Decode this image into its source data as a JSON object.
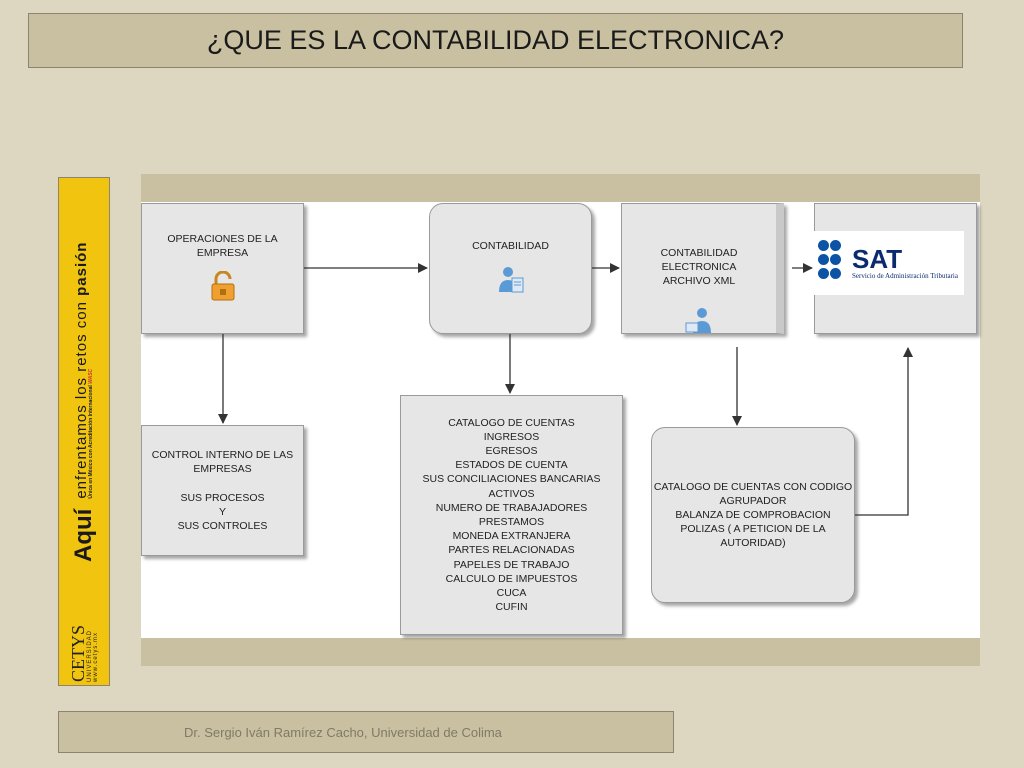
{
  "slide": {
    "title": "¿QUE ES LA CONTABILIDAD ELECTRONICA?",
    "footer": "Dr. Sergio Iván Ramírez Cacho, Universidad de Colima"
  },
  "banner": {
    "logo_main": "CETYS",
    "logo_sub": "UNIVERSIDAD",
    "logo_url": "www.cetys.mx",
    "aqui": "Aquí",
    "slogan_plain": "enfrentamos los retos con ",
    "slogan_bold": "pasión",
    "accreditation": "Única en México con Acreditación Internacional ",
    "accreditation_badge": "WASC"
  },
  "diagram": {
    "operaciones": "OPERACIONES DE LA EMPRESA",
    "contabilidad": "CONTABILIDAD",
    "contabilidad_electronica": "CONTABILIDAD ELECTRONICA\nARCHIVO XML",
    "control_interno": "CONTROL INTERNO DE LAS\nEMPRESAS\n\nSUS PROCESOS\nY\nSUS CONTROLES",
    "catalogo_list": "CATALOGO DE CUENTAS\nINGRESOS\nEGRESOS\nESTADOS DE CUENTA\nSUS CONCILIACIONES BANCARIAS\nACTIVOS\nNUMERO DE TRABAJADORES\nPRESTAMOS\nMONEDA EXTRANJERA\nPARTES RELACIONADAS\nPAPELES DE TRABAJO\nCALCULO DE IMPUESTOS\nCUCA\nCUFIN",
    "catalogo_agrupador": "CATALOGO DE CUENTAS CON CODIGO\nAGRUPADOR\nBALANZA DE COMPROBACION\nPOLIZAS ( A PETICION DE LA AUTORIDAD)",
    "sat_name": "SAT",
    "sat_full": "Servicio de Administración Tributaria"
  },
  "colors": {
    "background": "#ddd6c0",
    "bar": "#c9c0a2",
    "banner_yellow": "#f1c40f",
    "box_fill": "#e6e6e6",
    "sat_blue": "#0c53a6"
  },
  "icons": [
    "open-padlock-icon",
    "person-document-icon",
    "person-computer-icon",
    "sat-logo-icon"
  ]
}
